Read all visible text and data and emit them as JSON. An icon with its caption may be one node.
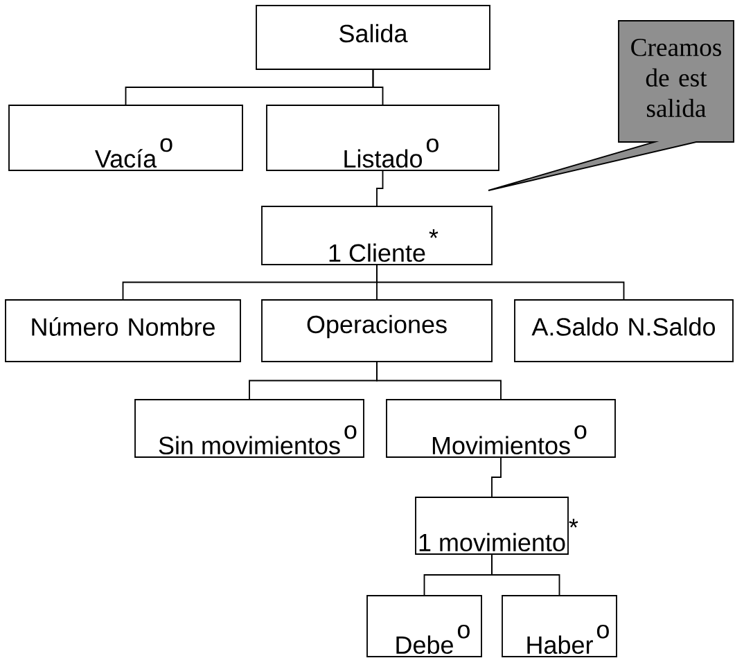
{
  "diagram": {
    "nodes": [
      {
        "text": [
          "Salida"
        ]
      },
      {
        "text": [
          "Vacía",
          "o"
        ]
      },
      {
        "text": [
          "Listado",
          "o"
        ]
      },
      {
        "text": [
          "1 Cliente",
          "*"
        ]
      },
      {
        "text": [
          "Número Nombre"
        ]
      },
      {
        "text": [
          "Operaciones"
        ]
      },
      {
        "text": [
          "A.Saldo N.Saldo"
        ]
      },
      {
        "text": [
          "Sin movimientos",
          "o"
        ]
      },
      {
        "text": [
          "Movimientos",
          "o"
        ]
      },
      {
        "text": [
          "1 movimiento",
          "*"
        ]
      },
      {
        "text": [
          "Debe",
          "o"
        ]
      },
      {
        "text": [
          "Haber",
          "o"
        ]
      },
      {
        "text": [
          "Creamos de est salida"
        ]
      }
    ],
    "edges": [
      {
        "from": 0,
        "to": 1,
        "arrow": "none"
      },
      {
        "from": 0,
        "to": 2,
        "arrow": "none"
      },
      {
        "from": 2,
        "to": 3,
        "arrow": "none"
      },
      {
        "from": 3,
        "to": 4,
        "arrow": "none"
      },
      {
        "from": 3,
        "to": 5,
        "arrow": "none"
      },
      {
        "from": 3,
        "to": 6,
        "arrow": "none"
      },
      {
        "from": 5,
        "to": 7,
        "arrow": "none"
      },
      {
        "from": 5,
        "to": 8,
        "arrow": "none"
      },
      {
        "from": 8,
        "to": 9,
        "arrow": "none"
      },
      {
        "from": 9,
        "to": 10,
        "arrow": "none"
      },
      {
        "from": 9,
        "to": 11,
        "arrow": "none"
      }
    ]
  }
}
